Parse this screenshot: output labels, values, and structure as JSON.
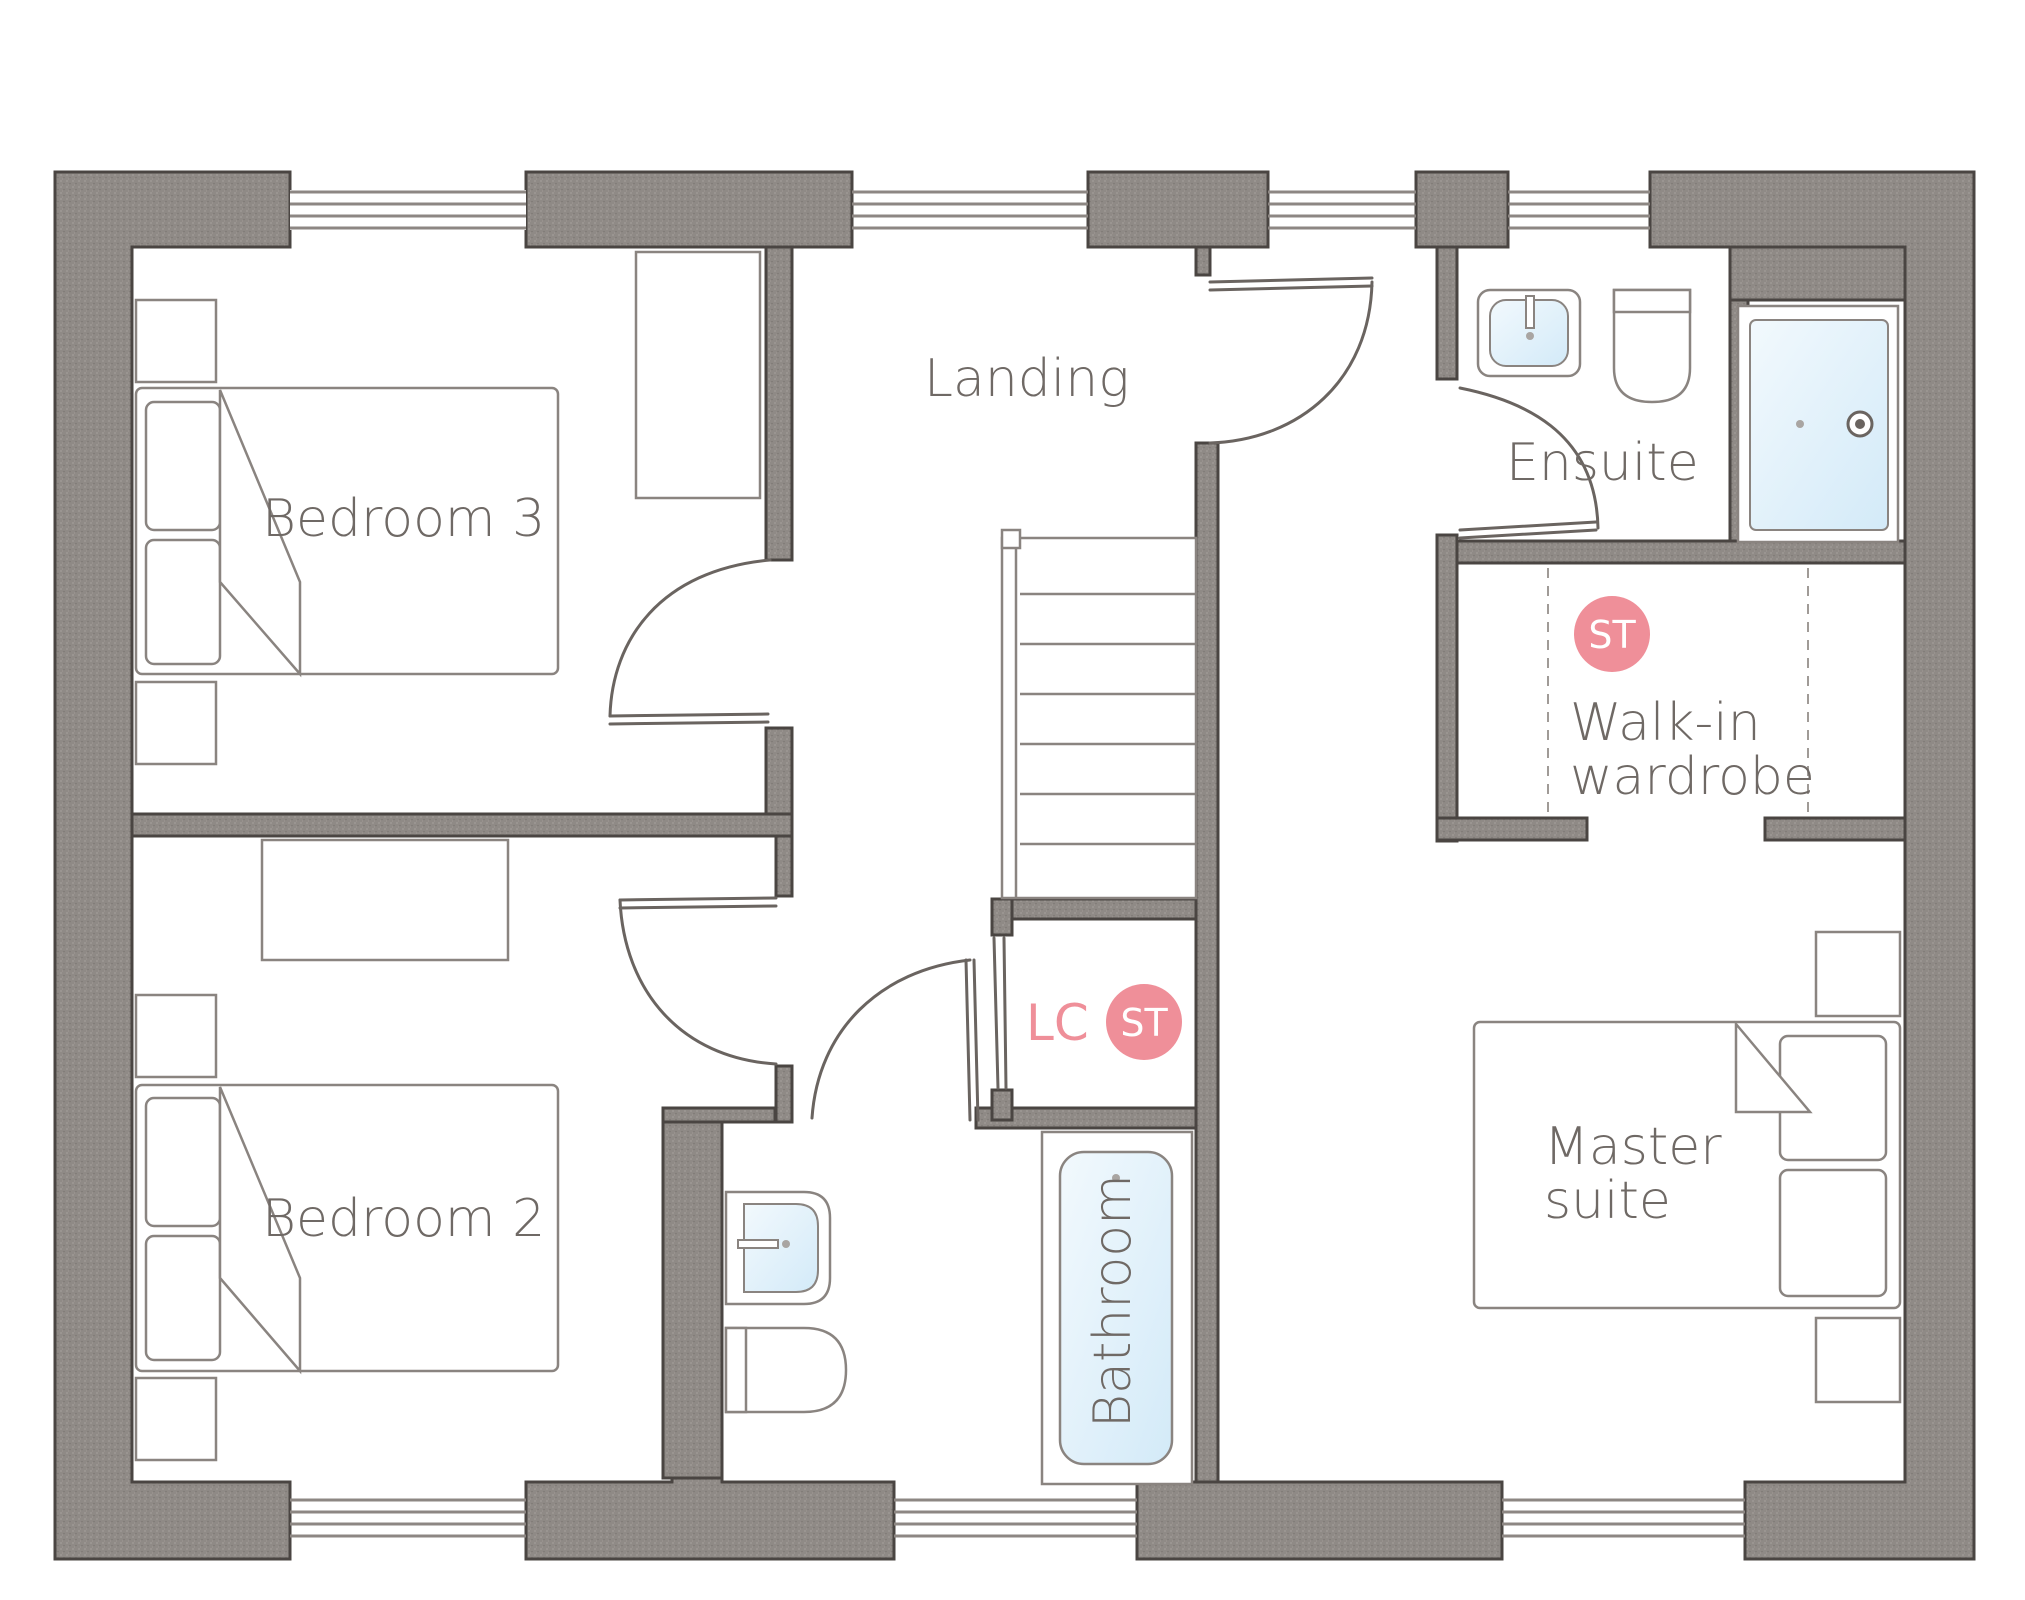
{
  "rooms": {
    "landing": "Landing",
    "bedroom3": "Bedroom 3",
    "bedroom2": "Bedroom 2",
    "ensuite": "Ensuite",
    "walkin_line1": "Walk-in",
    "walkin_line2": "wardrobe",
    "master_line1": "Master",
    "master_line2": "suite",
    "bathroom": "Bathroom"
  },
  "markers": {
    "lc": "LC",
    "st_cupboard": "ST",
    "st_wardrobe": "ST"
  },
  "colors": {
    "wall": "#8f8a86",
    "wall_outline": "#4a4542",
    "pink": "#ef8f99",
    "label_grey": "#6f6965",
    "glass": "#dceffa"
  }
}
